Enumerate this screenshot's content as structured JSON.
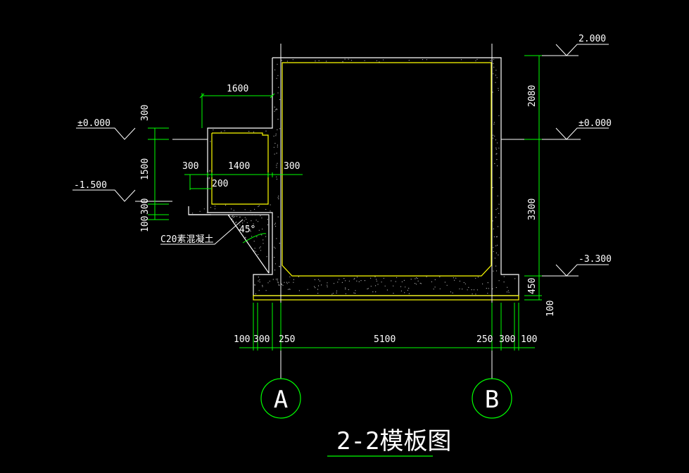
{
  "title": "2-2模板图",
  "colors": {
    "background": "#000000",
    "outline": "#ffffff",
    "inner_line": "#ffff00",
    "dimension": "#00ff00",
    "text": "#ffffff",
    "hatch_dots": "#bbbbbb"
  },
  "elevations": {
    "top": "2.000",
    "ground_right": "±0.000",
    "bottom": "-3.300",
    "ground_left": "±0.000",
    "channel_bottom": "-1.500"
  },
  "dims_top": {
    "overhang": "1600",
    "wall_left": "300",
    "channel_inner": "1400",
    "wall_right": "300",
    "floor_slab": "200"
  },
  "dims_left_vertical": {
    "top": "300",
    "middle": "1500",
    "lower": "300",
    "bottom": "100"
  },
  "dims_right_vertical": {
    "upper": "2080",
    "middle": "3300",
    "lower": "450",
    "bottom": "100"
  },
  "dims_bottom": [
    "100",
    "300",
    "250",
    "5100",
    "250",
    "300",
    "100"
  ],
  "annotations": {
    "concrete": "C20素混凝土",
    "angle": "45°"
  },
  "axis_labels": {
    "left": "A",
    "right": "B"
  }
}
